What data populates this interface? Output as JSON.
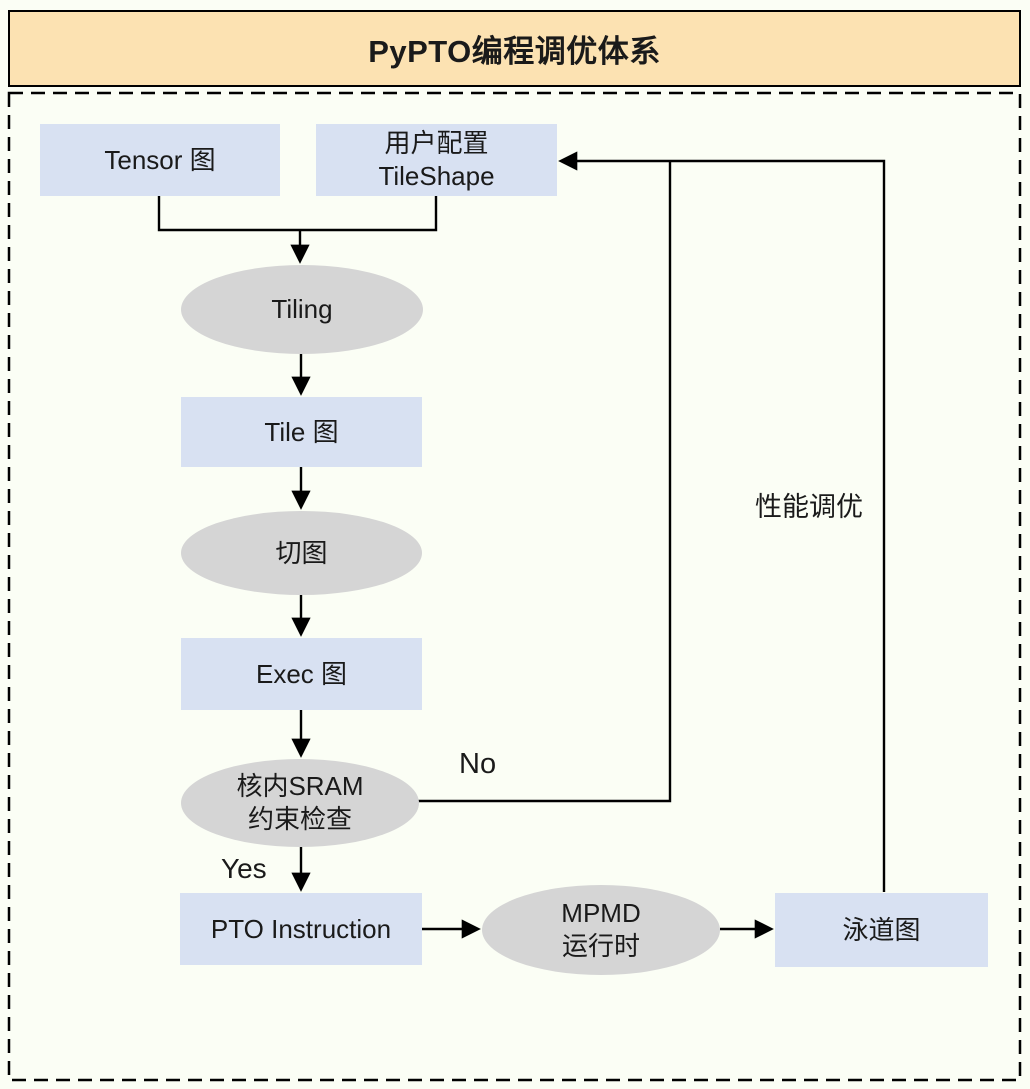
{
  "title": "PyPTO编程调优体系",
  "colors": {
    "bg": "#FBFEF5",
    "header_fill": "#FCE2B2",
    "node_fill": "#D8E1F2",
    "ellipse_fill": "#D5D5D5",
    "line_color": "#000000",
    "text_color": "#1a1a1a"
  },
  "diagram": {
    "nodes": {
      "tensor_graph": {
        "type": "rect",
        "label": "Tensor 图"
      },
      "user_config": {
        "type": "rect",
        "line1": "用户配置",
        "line2": "TileShape"
      },
      "tiling": {
        "type": "ellipse",
        "label": "Tiling"
      },
      "tile_graph": {
        "type": "rect",
        "label": "Tile 图"
      },
      "slice_graph": {
        "type": "ellipse",
        "label": "切图"
      },
      "exec_graph": {
        "type": "rect",
        "label": "Exec 图"
      },
      "sram_check": {
        "type": "ellipse",
        "line1": "核内SRAM",
        "line2": "约束检查"
      },
      "pto_instruction": {
        "type": "rect",
        "label": "PTO Instruction"
      },
      "mpmd_runtime": {
        "type": "ellipse",
        "line1": "MPMD",
        "line2": "运行时"
      },
      "swimlane_graph": {
        "type": "rect",
        "label": "泳道图"
      }
    },
    "edge_labels": {
      "no": "No",
      "yes": "Yes",
      "perf_tuning": "性能调优"
    }
  }
}
